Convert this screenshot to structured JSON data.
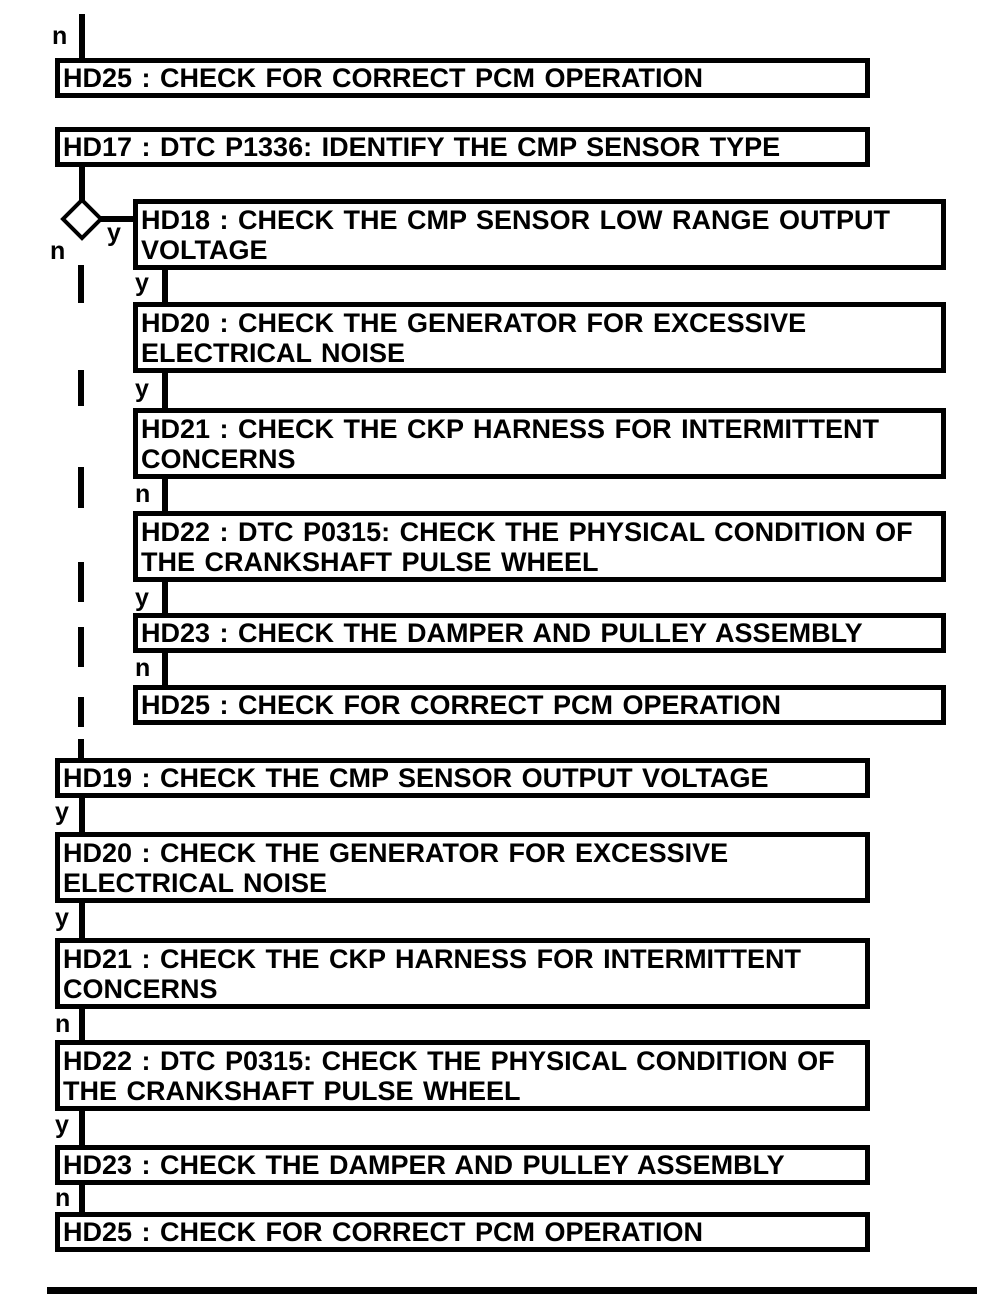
{
  "page": {
    "background_color": "#ffffff",
    "ink_color": "#000000",
    "kind": "diagnostic-flowchart"
  },
  "flow": {
    "boxes": [
      {
        "id": "hd25-top",
        "lines": [
          "HD25 : CHECK FOR CORRECT PCM OPERATION"
        ]
      },
      {
        "id": "hd17",
        "lines": [
          "HD17 : DTC P1336: IDENTIFY THE CMP SENSOR TYPE"
        ]
      },
      {
        "id": "hd18",
        "lines": [
          "HD18 : CHECK THE CMP SENSOR LOW RANGE OUTPUT",
          "VOLTAGE"
        ]
      },
      {
        "id": "hd20-right",
        "lines": [
          "HD20 : CHECK THE GENERATOR FOR EXCESSIVE",
          "ELECTRICAL NOISE"
        ]
      },
      {
        "id": "hd21-right",
        "lines": [
          "HD21 : CHECK THE CKP HARNESS FOR INTERMITTENT",
          "CONCERNS"
        ]
      },
      {
        "id": "hd22-right",
        "lines": [
          "HD22 : DTC P0315: CHECK THE PHYSICAL CONDITION OF",
          "THE CRANKSHAFT PULSE WHEEL"
        ]
      },
      {
        "id": "hd23-right",
        "lines": [
          "HD23 : CHECK THE DAMPER AND PULLEY ASSEMBLY"
        ]
      },
      {
        "id": "hd25-right",
        "lines": [
          "HD25 : CHECK FOR CORRECT PCM OPERATION"
        ]
      },
      {
        "id": "hd19",
        "lines": [
          "HD19 : CHECK THE CMP SENSOR OUTPUT VOLTAGE"
        ]
      },
      {
        "id": "hd20-left",
        "lines": [
          "HD20 : CHECK THE GENERATOR FOR EXCESSIVE",
          "ELECTRICAL NOISE"
        ]
      },
      {
        "id": "hd21-left",
        "lines": [
          "HD21 : CHECK THE CKP HARNESS FOR INTERMITTENT",
          "CONCERNS"
        ]
      },
      {
        "id": "hd22-left",
        "lines": [
          "HD22 : DTC P0315: CHECK THE PHYSICAL CONDITION OF",
          "THE CRANKSHAFT PULSE WHEEL"
        ]
      },
      {
        "id": "hd23-left",
        "lines": [
          "HD23 : CHECK THE DAMPER AND PULLEY ASSEMBLY"
        ]
      },
      {
        "id": "hd25-bottom",
        "lines": [
          "HD25 : CHECK FOR CORRECT PCM OPERATION"
        ]
      }
    ],
    "branch_labels": [
      {
        "id": "top-n",
        "text": "n"
      },
      {
        "id": "diamond-y",
        "text": "y"
      },
      {
        "id": "diamond-n",
        "text": "n"
      },
      {
        "id": "hd18-y",
        "text": "y"
      },
      {
        "id": "hd20r-y",
        "text": "y"
      },
      {
        "id": "hd21r-n",
        "text": "n"
      },
      {
        "id": "hd22r-y",
        "text": "y"
      },
      {
        "id": "hd23r-n",
        "text": "n"
      },
      {
        "id": "hd19-y",
        "text": "y"
      },
      {
        "id": "hd20l-y",
        "text": "y"
      },
      {
        "id": "hd21l-n",
        "text": "n"
      },
      {
        "id": "hd22l-y",
        "text": "y"
      },
      {
        "id": "hd23l-n",
        "text": "n"
      }
    ]
  }
}
